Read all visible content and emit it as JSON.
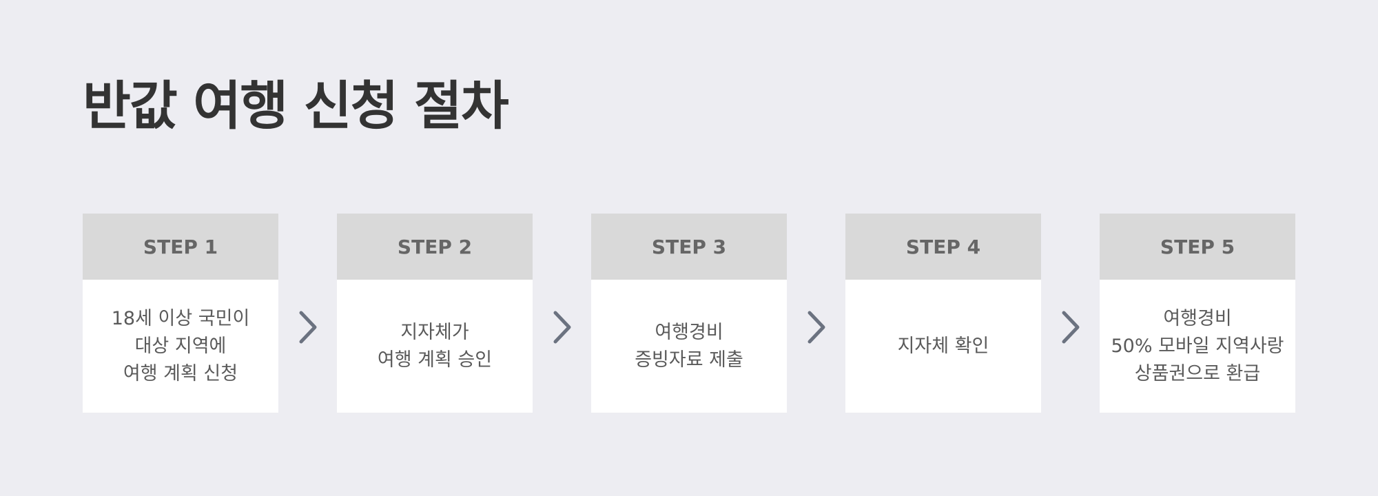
{
  "title": "반값 여행 신청 절차",
  "steps": [
    {
      "label": "STEP 1",
      "text": "18세 이상 국민이\n대상 지역에\n여행 계획 신청"
    },
    {
      "label": "STEP 2",
      "text": "지자체가\n여행 계획 승인"
    },
    {
      "label": "STEP 3",
      "text": "여행경비\n증빙자료 제출"
    },
    {
      "label": "STEP 4",
      "text": "지자체 확인"
    },
    {
      "label": "STEP 5",
      "text": "여행경비\n50% 모바일 지역사랑\n상품권으로 환급"
    }
  ],
  "colors": {
    "background": "#ededf2",
    "header": "#d9d9d9",
    "arrow": "#6b7280"
  },
  "icons": {
    "arrow": "chevron-right-icon"
  }
}
